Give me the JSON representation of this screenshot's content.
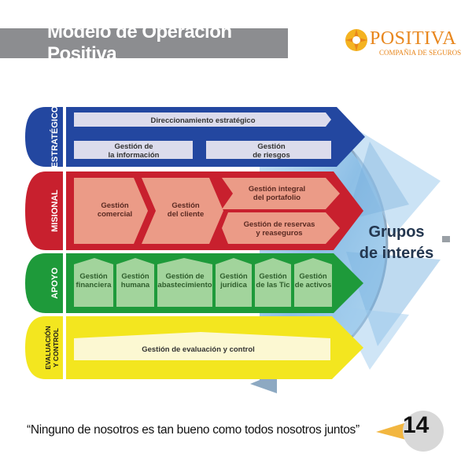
{
  "title": "Modelo de Operación Positiva",
  "logo": {
    "name": "POSITIVA",
    "subtitle": "COMPAÑIA DE SEGUROS",
    "icon": "sun-star-logo-icon"
  },
  "colors": {
    "estrategico": "#2347a0",
    "misional": "#c8202e",
    "apoyo": "#1e9a3a",
    "evaluacion": "#f3e61f",
    "grupos": "#9cc8ea",
    "title_bar": "#8c8d90",
    "brand": "#e8861c"
  },
  "layers": {
    "estrategico": {
      "label": "ESTRATÉGICO",
      "top": "Direccionamiento estratégico",
      "left_l1": "Gestión de",
      "left_l2": "la información",
      "right_l1": "Gestión",
      "right_l2": "de riesgos"
    },
    "misional": {
      "label": "MISIONAL",
      "b1_l1": "Gestión",
      "b1_l2": "comercial",
      "b2_l1": "Gestión",
      "b2_l2": "del cliente",
      "b3_l1": "Gestión integral",
      "b3_l2": "del portafolio",
      "b4_l1": "Gestión de reservas",
      "b4_l2": "y reaseguros"
    },
    "apoyo": {
      "label": "APOYO",
      "b1_l1": "Gestión",
      "b1_l2": "financiera",
      "b2_l1": "Gestión",
      "b2_l2": "humana",
      "b3_l1": "Gestión de",
      "b3_l2": "abastecimiento",
      "b4_l1": "Gestión",
      "b4_l2": "jurídica",
      "b5_l1": "Gestión",
      "b5_l2": "de las Tic",
      "b6_l1": "Gestión",
      "b6_l2": "de activos"
    },
    "evaluacion": {
      "label_l1": "EVALUACIÓN",
      "label_l2": "Y CONTROL",
      "box": "Gestión de evaluación y control"
    }
  },
  "grupos": {
    "l1": "Grupos",
    "l2": "de interés"
  },
  "quote": "“Ninguno de nosotros es tan bueno como todos nosotros juntos”",
  "page_number": "14"
}
